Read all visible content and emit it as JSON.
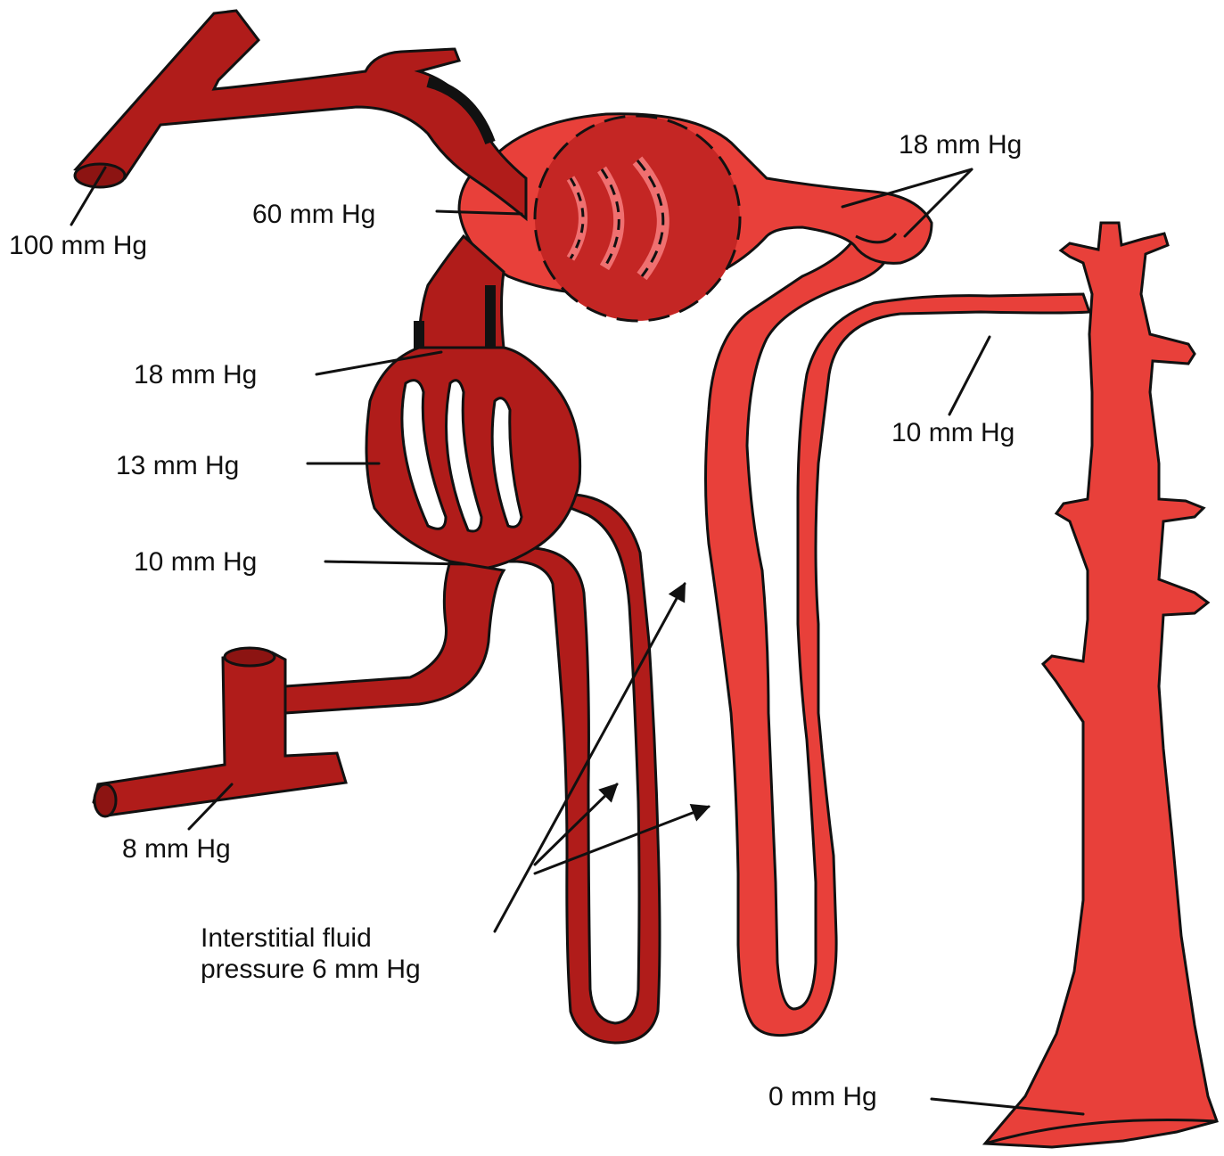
{
  "colors": {
    "vessel": "#b01c1a",
    "vessel_light": "#c42624",
    "vessel_dark": "#8c1412",
    "tubule": "#e8403a",
    "tubule_dark": "#d8332e",
    "outline": "#111111",
    "background": "#ffffff"
  },
  "labels": {
    "afferent_artery": "100 mm Hg",
    "glomerular_capillary": "60 mm Hg",
    "bowman_capsule": "18 mm Hg",
    "efferent_arteriole": "18 mm Hg",
    "peritubular_capillary": "13 mm Hg",
    "venule": "10 mm Hg",
    "vein": "8 mm Hg",
    "distal_tubule": "10 mm Hg",
    "collecting_duct": "0 mm Hg",
    "interstitial_line1": "Interstitial fluid",
    "interstitial_line2": "pressure 6 mm Hg"
  }
}
